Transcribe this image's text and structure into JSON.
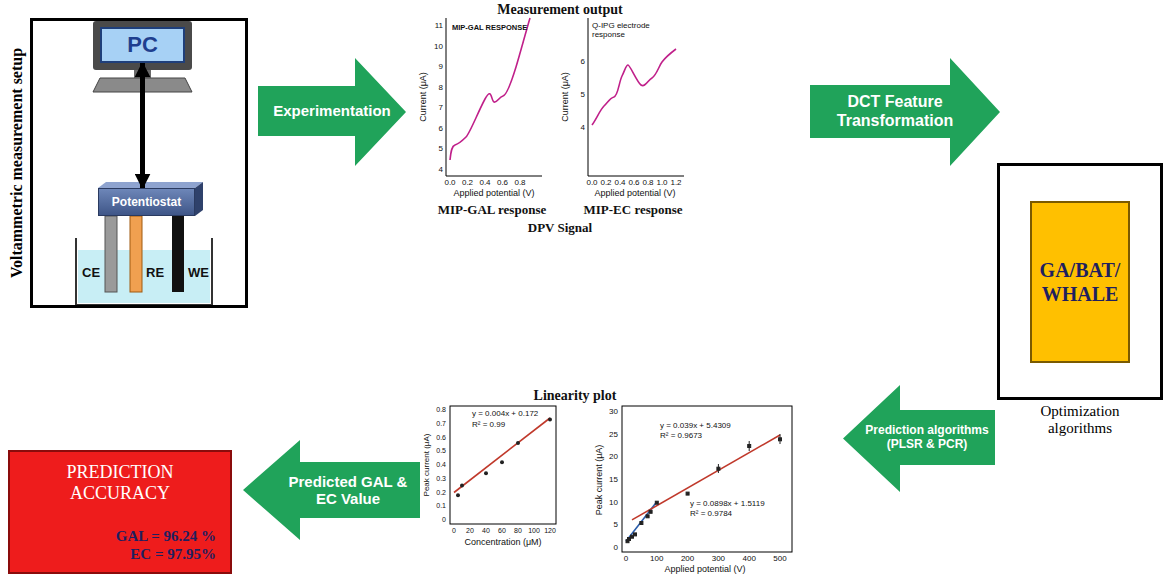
{
  "diagram": {
    "nodes": [
      {
        "text": [
          "Voltammetric measurement setup"
        ]
      },
      {
        "text": [
          "PC"
        ],
        "in": 0
      },
      {
        "text": [
          "Potentiostat"
        ],
        "in": 0
      },
      {
        "text": [
          "Experimentation"
        ]
      },
      {
        "text": [
          "DCT Feature Transformation"
        ]
      },
      {
        "text": [
          "Optimization algorithms"
        ]
      },
      {
        "text": [
          "GA/BAT/ WHALE"
        ],
        "in": 5
      },
      {
        "text": [
          "Prediction algorithms (PLSR & PCR)"
        ]
      },
      {
        "text": [
          "Predicted GAL & EC Value"
        ]
      },
      {
        "text": [
          "PREDICTION ACCURACY",
          "GAL = 96.24 %",
          "EC = 97.95%"
        ]
      }
    ],
    "edges": [
      {
        "from": 1,
        "to": 2,
        "arrow": "both"
      }
    ],
    "labels": [
      "CE",
      "RE",
      "WE",
      "Measurement output",
      "MIP-GAL RESPONSE",
      "Current (μA)",
      "11",
      "10",
      "9",
      "8",
      "7",
      "6",
      "5",
      "4",
      "0.0",
      "0.2",
      "0.4",
      "0.6",
      "0.8",
      "Applied potential (V)",
      "MIP-GAL response",
      "Q-IPG electrode response",
      "Current (μA)",
      "6",
      "5",
      "4",
      "0.0",
      "0.2",
      "0.4",
      "0.6",
      "0.8",
      "1.0",
      "1.2",
      "Applied potential (V)",
      "MIP-EC response",
      "DPV Signal",
      "Linearity plot",
      "y = 0.004x + 0.172",
      "R² = 0.99",
      "Peak current (μA)",
      "0.8",
      "0.7",
      "0.6",
      "0.5",
      "0.4",
      "0.3",
      "0.2",
      "0.1",
      "0",
      "0",
      "20",
      "40",
      "60",
      "80",
      "100",
      "120",
      "Concentration (μM)",
      "y = 0.039x + 5.4309",
      "R² = 0.9673",
      "y = 0.0898x + 1.5119",
      "R² = 0.9784",
      "Peak current (μA)",
      "30",
      "25",
      "20",
      "15",
      "10",
      "5",
      "0",
      "0",
      "100",
      "200",
      "300",
      "400",
      "500",
      "Applied potential (V)"
    ]
  }
}
